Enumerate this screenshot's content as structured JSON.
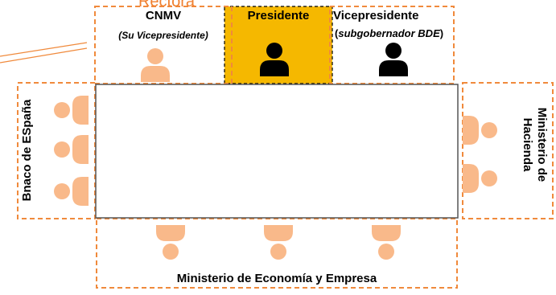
{
  "caption": "Rectora",
  "groups": {
    "cnmv": {
      "title": "CNMV",
      "subtitle": "(Su Vicepresidente)"
    },
    "presidente": {
      "title": "Presidente"
    },
    "vicepresidente": {
      "title": "Vicepresidente",
      "subtitle_open": "(",
      "subtitle_italic": "subgobernador BDE",
      "subtitle_close": ")"
    },
    "banco": {
      "title": "Bnaco de ESpaña"
    },
    "hacienda": {
      "title_line1": "Ministerio de",
      "title_line2": "Hacienda"
    },
    "economia": {
      "title": "Ministerio de Economía y Empresa"
    }
  },
  "colors": {
    "orange_dash": "#f08a3c",
    "person_light": "#f9b98a",
    "person_dark": "#000000",
    "president_fill": "#f5b800",
    "caption": "#f07f2e"
  }
}
